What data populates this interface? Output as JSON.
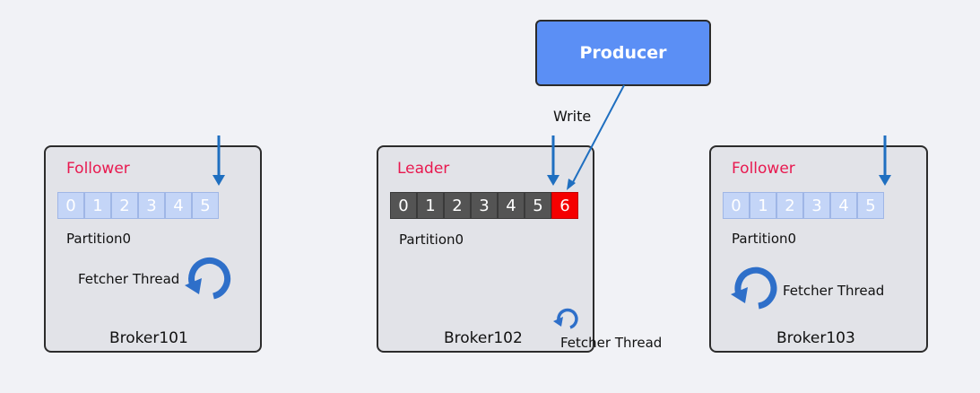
{
  "colors": {
    "follower_role": "#e8194f",
    "leader_role": "#e8194f",
    "follower_cell": "#c4d5f7",
    "leader_cell": "#545454",
    "new_cell": "#f50000",
    "arrow": "#1f6fc0",
    "producer": "#5b8ff5"
  },
  "producer": {
    "label": "Producer"
  },
  "write_label": "Write",
  "brokers": [
    {
      "role": "Follower",
      "cells": [
        "0",
        "1",
        "2",
        "3",
        "4",
        "5"
      ],
      "partition": "Partition0",
      "fetcher": "Fetcher Thread",
      "name": "Broker101"
    },
    {
      "role": "Leader",
      "cells": [
        "0",
        "1",
        "2",
        "3",
        "4",
        "5"
      ],
      "new_cell": "6",
      "partition": "Partition0",
      "fetcher": "Fetcher Thread",
      "name": "Broker102"
    },
    {
      "role": "Follower",
      "cells": [
        "0",
        "1",
        "2",
        "3",
        "4",
        "5"
      ],
      "partition": "Partition0",
      "fetcher": "Fetcher Thread",
      "name": "Broker103"
    }
  ]
}
